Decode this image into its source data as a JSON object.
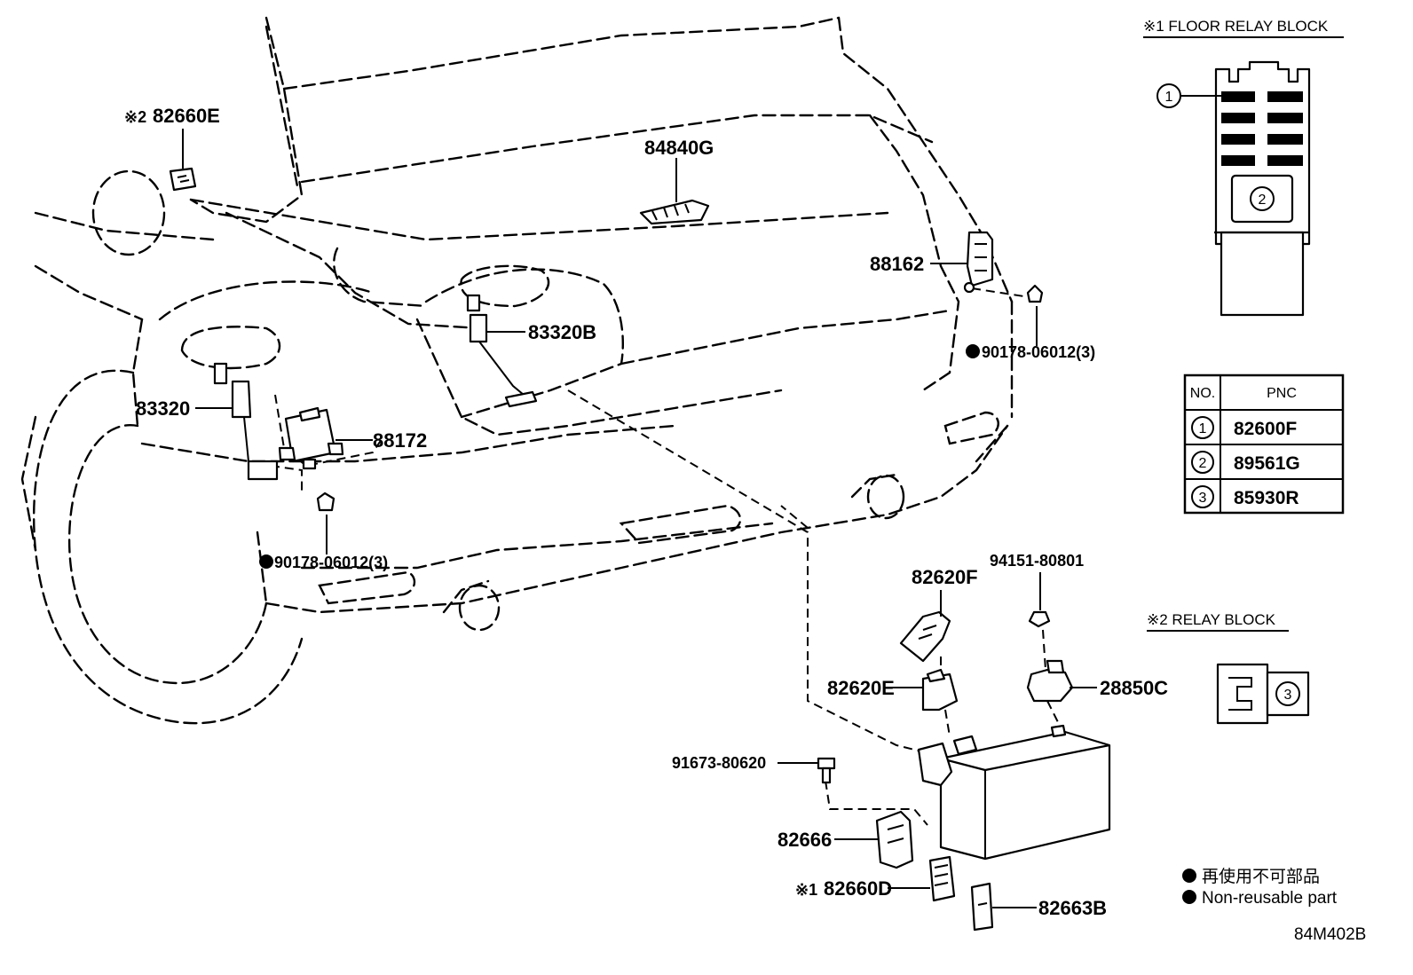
{
  "callouts": {
    "c82660E": {
      "mark": "※2",
      "text": "82660E"
    },
    "c84840G": "84840G",
    "c88162": "88162",
    "c83320B": "83320B",
    "c90178_right": "90178-06012(3)",
    "c83320": "83320",
    "c88172": "88172",
    "c90178_left": "90178-06012(3)",
    "c82620F": "82620F",
    "c94151": "94151-80801",
    "c82620E": "82620E",
    "c28850C": "28850C",
    "c91673": "91673-80620",
    "c82666": "82666",
    "c82660D": {
      "mark": "※1",
      "text": "82660D"
    },
    "c82663B": "82663B"
  },
  "floor_relay_block": {
    "title": "※1 FLOOR RELAY BLOCK",
    "marker1": "1",
    "marker2": "2"
  },
  "pnc_table": {
    "headers": [
      "NO.",
      "PNC"
    ],
    "rows": [
      {
        "no": "1",
        "pnc": "82600F"
      },
      {
        "no": "2",
        "pnc": "89561G"
      },
      {
        "no": "3",
        "pnc": "85930R"
      }
    ]
  },
  "relay_block": {
    "title": "※2 RELAY BLOCK",
    "marker3": "3"
  },
  "legend": {
    "line1": "再使用不可部品",
    "line2": "Non-reusable part"
  },
  "diagram_code": "84M402B"
}
